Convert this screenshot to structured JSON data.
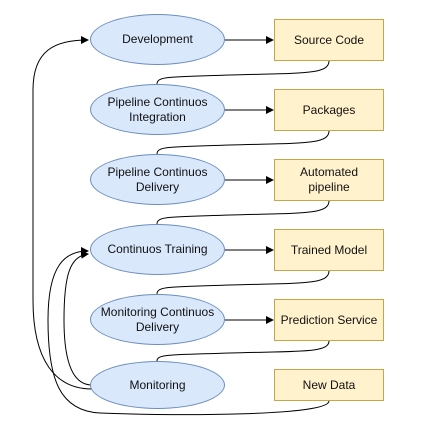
{
  "stages": [
    {
      "label": "Development"
    },
    {
      "label": "Pipeline Continuos Integration"
    },
    {
      "label": "Pipeline Continuos Delivery"
    },
    {
      "label": "Continuos Training"
    },
    {
      "label": "Monitoring Continuos Delivery"
    },
    {
      "label": "Monitoring"
    }
  ],
  "artifacts": [
    {
      "label": "Source Code"
    },
    {
      "label": "Packages"
    },
    {
      "label": "Automated pipeline"
    },
    {
      "label": "Trained Model"
    },
    {
      "label": "Prediction Service"
    },
    {
      "label": "New Data"
    }
  ],
  "colors": {
    "stage_fill": "#dae8fc",
    "stage_stroke": "#6b8ebf",
    "artifact_fill": "#fff2cc",
    "artifact_stroke": "#c9a548",
    "edge": "#000000"
  }
}
